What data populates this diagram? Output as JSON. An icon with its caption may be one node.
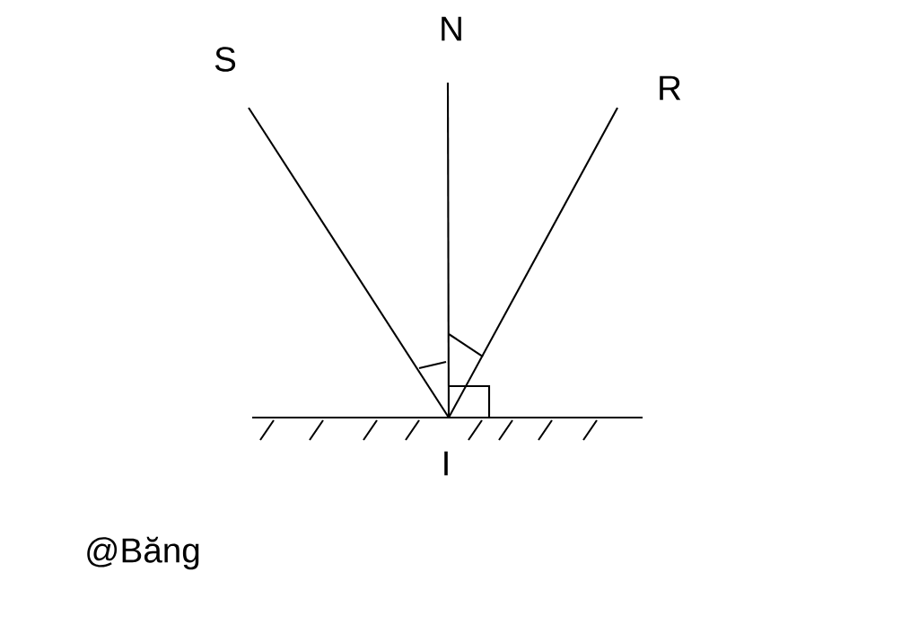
{
  "diagram": {
    "nodes": [
      {
        "text": [
          "S"
        ]
      },
      {
        "text": [
          "N"
        ]
      },
      {
        "text": [
          "R"
        ]
      },
      {
        "text": [
          "I"
        ]
      }
    ],
    "edges": [
      {
        "from": 0,
        "to": 3,
        "arrow": "none"
      },
      {
        "from": 1,
        "to": 3,
        "arrow": "none"
      },
      {
        "from": 2,
        "to": 3,
        "arrow": "none"
      }
    ],
    "labels": [
      "@Băng"
    ]
  }
}
